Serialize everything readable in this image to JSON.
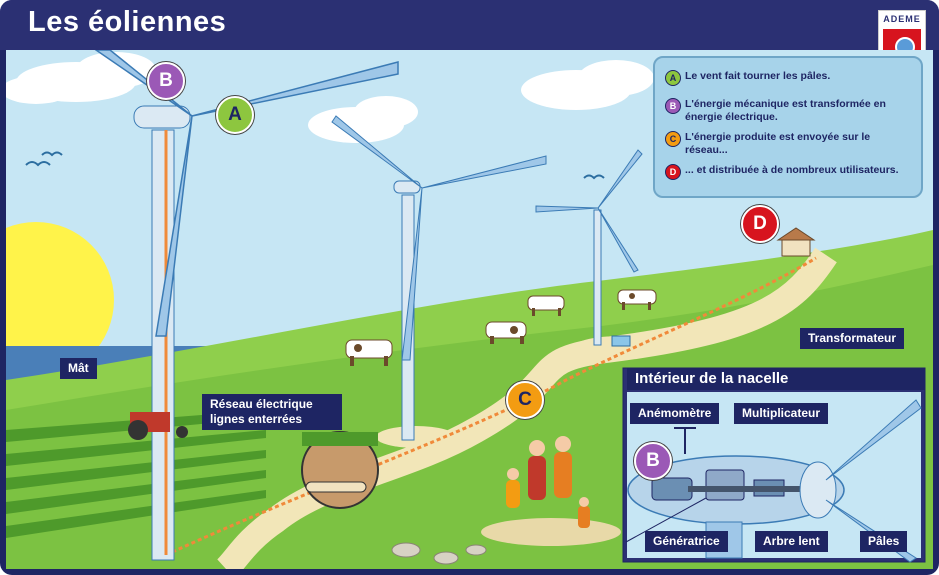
{
  "header": {
    "title": "Les éoliennes",
    "logo_text": "ADEME"
  },
  "legend": [
    {
      "letter": "A",
      "text": "Le vent fait tourner les pâles.",
      "color": "#8dc63f"
    },
    {
      "letter": "B",
      "text": "L'énergie mécanique est transformée en énergie électrique.",
      "color": "#9b59b6"
    },
    {
      "letter": "C",
      "text": "L'énergie produite est envoyée sur le réseau...",
      "color": "#f39c12"
    },
    {
      "letter": "D",
      "text": "... et distribuée à de nombreux utilisateurs.",
      "color": "#d7141e"
    }
  ],
  "markers": {
    "a": "A",
    "b_main": "B",
    "c": "C",
    "d": "D",
    "b_inset": "B"
  },
  "labels": {
    "mat": "Mât",
    "reseau": "Réseau électrique lignes enterrées",
    "transformateur": "Transformateur"
  },
  "inset": {
    "title": "Intérieur de la nacelle",
    "anemometre": "Anémomètre",
    "multiplicateur": "Multiplicateur",
    "generatrice": "Génératrice",
    "arbre_lent": "Arbre lent",
    "pales": "Pâles"
  },
  "colors": {
    "sky": "#c6e6f4",
    "grass": "#7cc242",
    "dark_grass": "#4e9a2b",
    "navy": "#1e2563",
    "sun": "#fff34a",
    "sea": "#4a7fb8"
  }
}
